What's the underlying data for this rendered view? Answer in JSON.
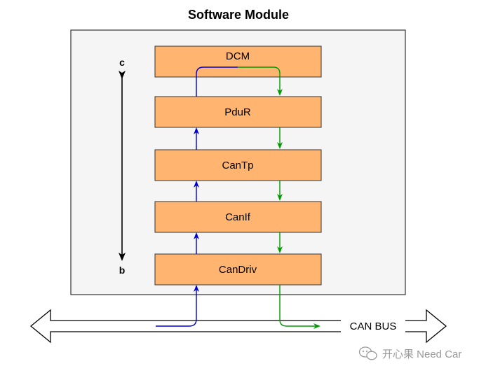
{
  "title": "Software Module",
  "modules": [
    {
      "id": "dcm",
      "label": "DCM"
    },
    {
      "id": "pdur",
      "label": "PduR"
    },
    {
      "id": "cantp",
      "label": "CanTp"
    },
    {
      "id": "canif",
      "label": "CanIf"
    },
    {
      "id": "candriv",
      "label": "CanDriv"
    }
  ],
  "axis": {
    "top_label": "c",
    "bottom_label": "b"
  },
  "bus_label": "CAN BUS",
  "watermark": "开心果 Need Car",
  "colors": {
    "module_fill": "#FFB570",
    "module_stroke": "#333333",
    "container_fill": "#F5F5F5",
    "up_arrow": "#0000CC",
    "down_arrow": "#009900"
  }
}
